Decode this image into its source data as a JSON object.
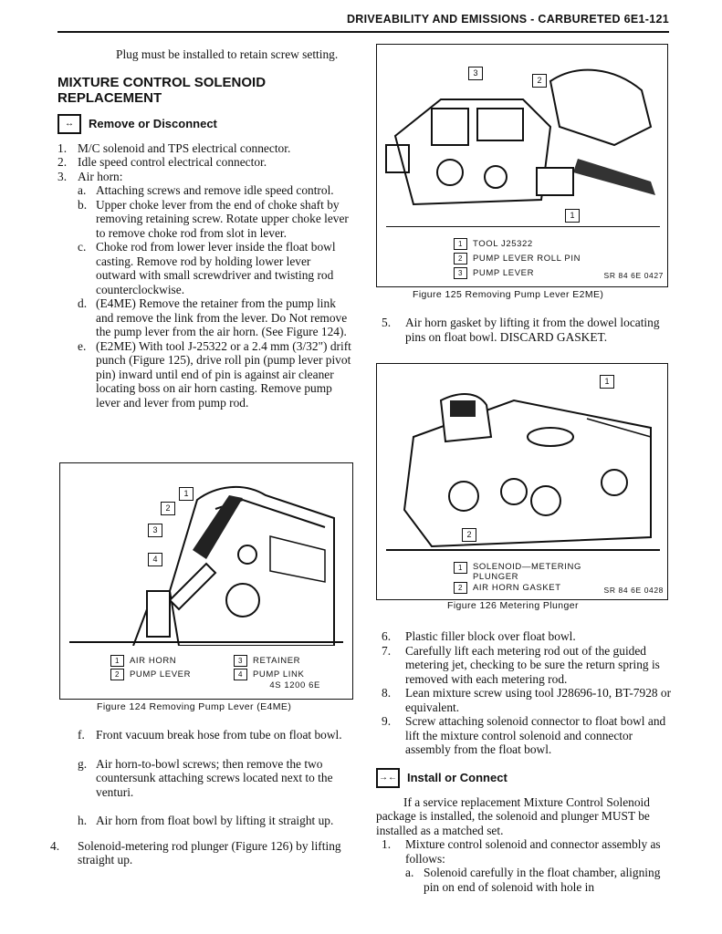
{
  "header": "DRIVEABILITY AND EMISSIONS - CARBURETED 6E1-121",
  "left": {
    "intro": "Plug must be installed to retain screw setting.",
    "section_title_1": "MIXTURE CONTROL SOLENOID",
    "section_title_2": "REPLACEMENT",
    "remove_icon": "↔",
    "remove_label": "Remove or Disconnect",
    "items": [
      {
        "n": "1.",
        "text": "M/C solenoid and TPS electrical connector."
      },
      {
        "n": "2.",
        "text": "Idle speed control electrical connector."
      },
      {
        "n": "3.",
        "text": "Air horn:"
      }
    ],
    "subitems": [
      {
        "n": "a.",
        "text": "Attaching screws and remove idle speed control."
      },
      {
        "n": "b.",
        "text": "Upper choke lever from the end of choke shaft by removing retaining screw. Rotate upper choke lever to remove choke rod from slot in lever."
      },
      {
        "n": "c.",
        "text": "Choke rod from lower lever inside the float bowl casting. Remove rod by holding lower lever outward with small screwdriver and twisting rod counterclockwise."
      },
      {
        "n": "d.",
        "text": "(E4ME) Remove the retainer from the pump link and remove the link from the lever. Do Not remove the pump lever from the air horn. (See Figure 124)."
      },
      {
        "n": "e.",
        "text": "(E2ME) With tool J-25322 or a 2.4 mm (3/32\") drift punch (Figure 125), drive roll pin (pump lever pivot pin) inward until end of pin is against air cleaner locating boss on air horn casting. Remove pump lever and lever from pump rod."
      }
    ],
    "fig124": {
      "legend": [
        {
          "n": "1",
          "label": "AIR HORN"
        },
        {
          "n": "2",
          "label": "PUMP LEVER"
        },
        {
          "n": "3",
          "label": "RETAINER"
        },
        {
          "n": "4",
          "label": "PUMP LINK"
        }
      ],
      "code": "4S 1200 6E",
      "caption": "Figure 124 Removing Pump Lever (E4ME)"
    },
    "subitems2": [
      {
        "n": "f.",
        "text": "Front vacuum break hose from tube on float bowl."
      },
      {
        "n": "g.",
        "text": "Air horn-to-bowl screws; then remove the two countersunk attaching screws located next to the venturi."
      },
      {
        "n": "h.",
        "text": "Air horn from float bowl by lifting it straight up."
      }
    ],
    "item4": {
      "n": "4.",
      "text": "Solenoid-metering rod plunger (Figure 126) by lifting straight up."
    }
  },
  "right": {
    "fig125": {
      "legend": [
        {
          "n": "1",
          "label": "TOOL J25322"
        },
        {
          "n": "2",
          "label": "PUMP LEVER ROLL PIN"
        },
        {
          "n": "3",
          "label": "PUMP LEVER"
        }
      ],
      "code": "SR 84 6E 0427",
      "caption": "Figure 125 Removing Pump Lever E2ME)"
    },
    "item5": {
      "n": "5.",
      "text": "Air horn gasket by lifting it from the dowel locating pins on float bowl. DISCARD GASKET."
    },
    "fig126": {
      "legend": [
        {
          "n": "1",
          "label": "SOLENOID—METERING PLUNGER"
        },
        {
          "n": "2",
          "label": "AIR HORN GASKET"
        }
      ],
      "code": "SR 84 6E 0428",
      "caption": "Figure 126 Metering Plunger"
    },
    "items": [
      {
        "n": "6.",
        "text": "Plastic filler block over float bowl."
      },
      {
        "n": "7.",
        "text": "Carefully lift each metering rod out of the guided metering jet, checking to be sure the return spring is removed with each metering rod."
      },
      {
        "n": "8.",
        "text": "Lean mixture screw using tool J28696-10, BT-7928 or equivalent."
      },
      {
        "n": "9.",
        "text": "Screw attaching solenoid connector to float bowl and lift the mixture control solenoid and connector assembly from the float bowl."
      }
    ],
    "install_icon": "→←",
    "install_label": "Install or Connect",
    "install_para": "If a service replacement Mixture Control Solenoid package is installed, the solenoid and plunger MUST be installed as a matched set.",
    "install_items": [
      {
        "n": "1.",
        "text": "Mixture control solenoid and connector assembly as follows:"
      }
    ],
    "install_sub": [
      {
        "n": "a.",
        "text": "Solenoid carefully in the float chamber, aligning pin on end of solenoid with hole in"
      }
    ]
  }
}
